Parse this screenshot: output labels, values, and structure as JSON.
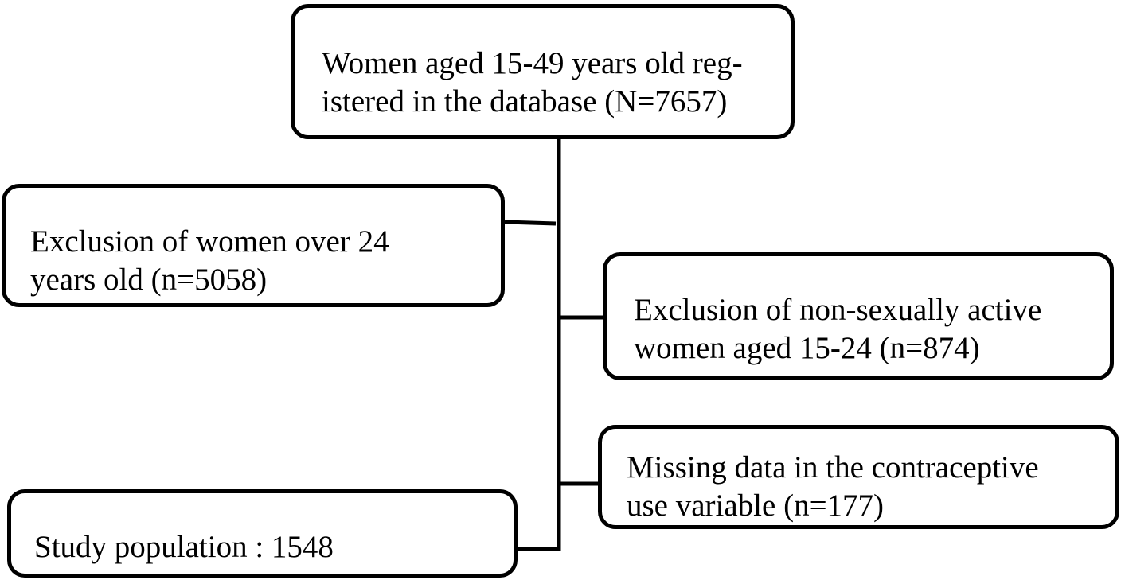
{
  "flowchart": {
    "top": "Women aged 15-49 years old reg-\nistered in the database (N=7657)",
    "exclusion_age": "Exclusion of women over 24\nyears old (n=5058)",
    "exclusion_sexual": "Exclusion of non-sexually active\nwomen aged 15-24 (n=874)",
    "missing_data": "Missing data in the contraceptive\nuse variable (n=177)",
    "study_population": "Study population : 1548"
  }
}
